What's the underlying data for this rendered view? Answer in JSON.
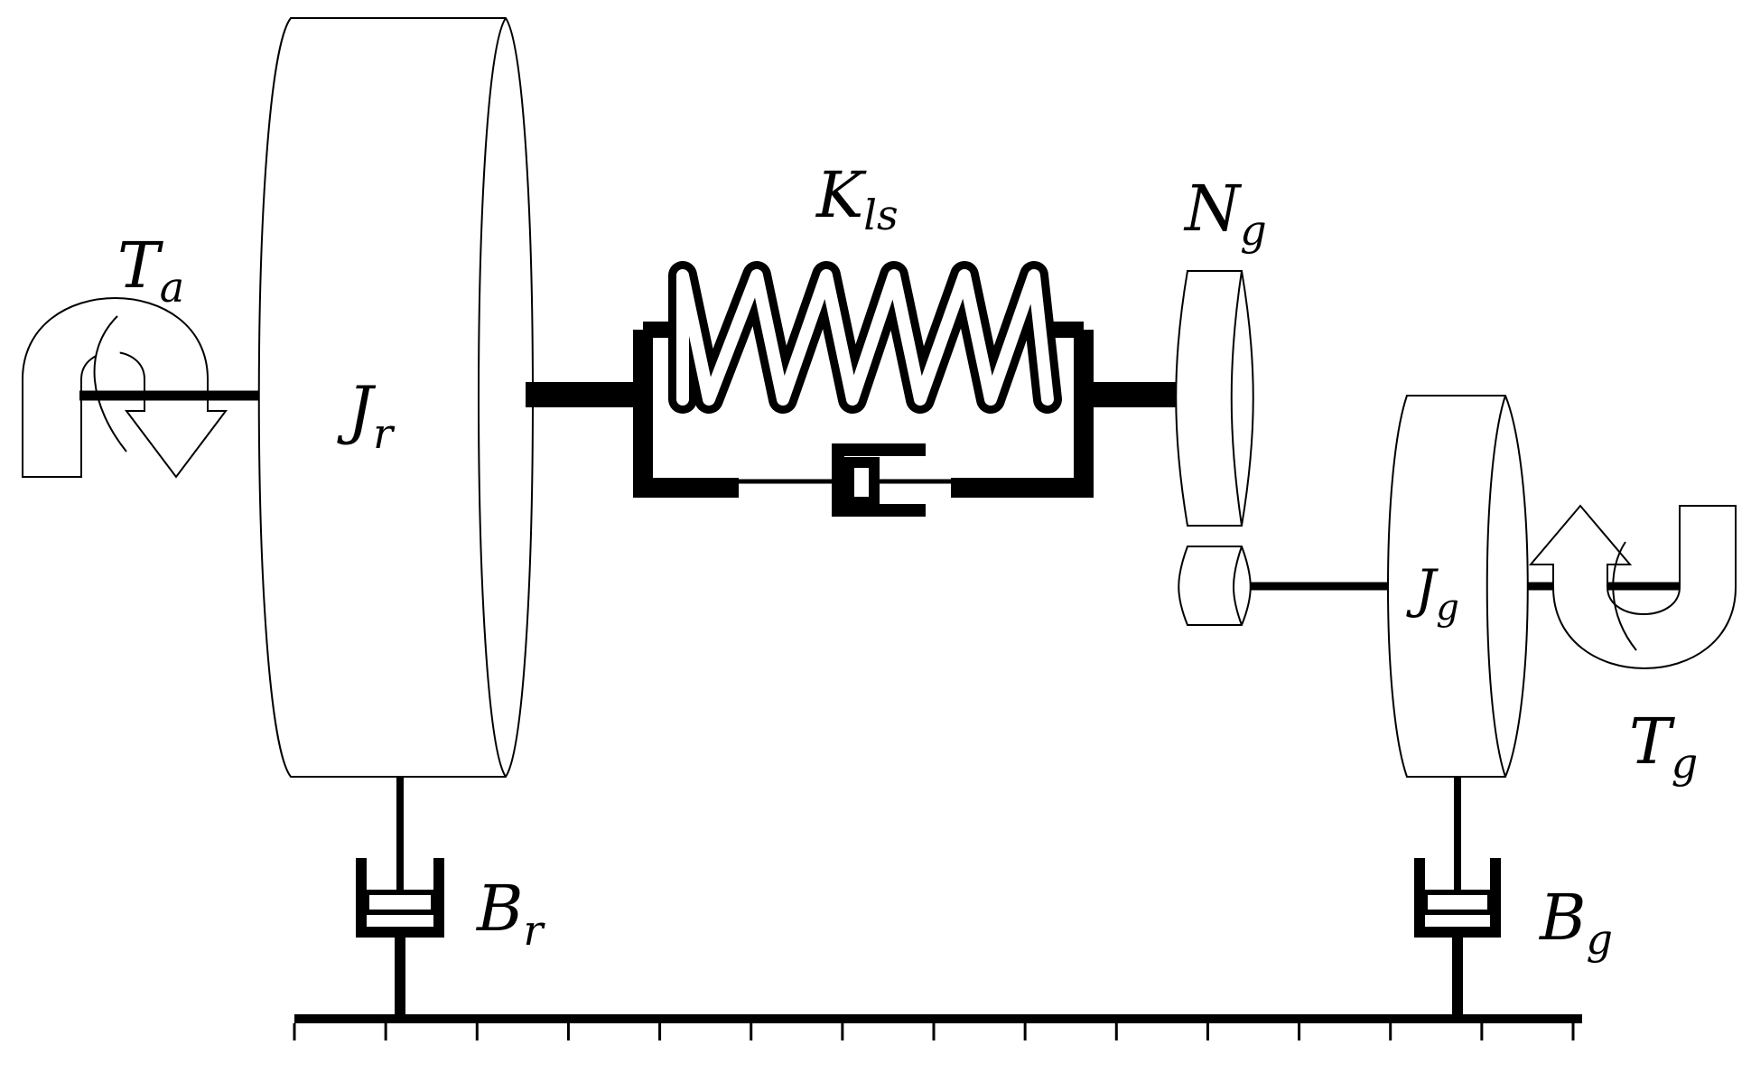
{
  "diagram": {
    "labels": {
      "aero_torque": {
        "main": "T",
        "sub": "a"
      },
      "rotor_inertia": {
        "main": "J",
        "sub": "r"
      },
      "shaft_stiffness": {
        "main": "K",
        "sub": "ls"
      },
      "gear_ratio": {
        "main": "N",
        "sub": "g"
      },
      "generator_inertia": {
        "main": "J",
        "sub": "g"
      },
      "generator_torque": {
        "main": "T",
        "sub": "g"
      },
      "rotor_damping": {
        "main": "B",
        "sub": "r"
      },
      "generator_damping": {
        "main": "B",
        "sub": "g"
      }
    },
    "colors": {
      "stroke": "#000000",
      "fill": "#ffffff"
    },
    "ground_hatch_count": 15
  }
}
